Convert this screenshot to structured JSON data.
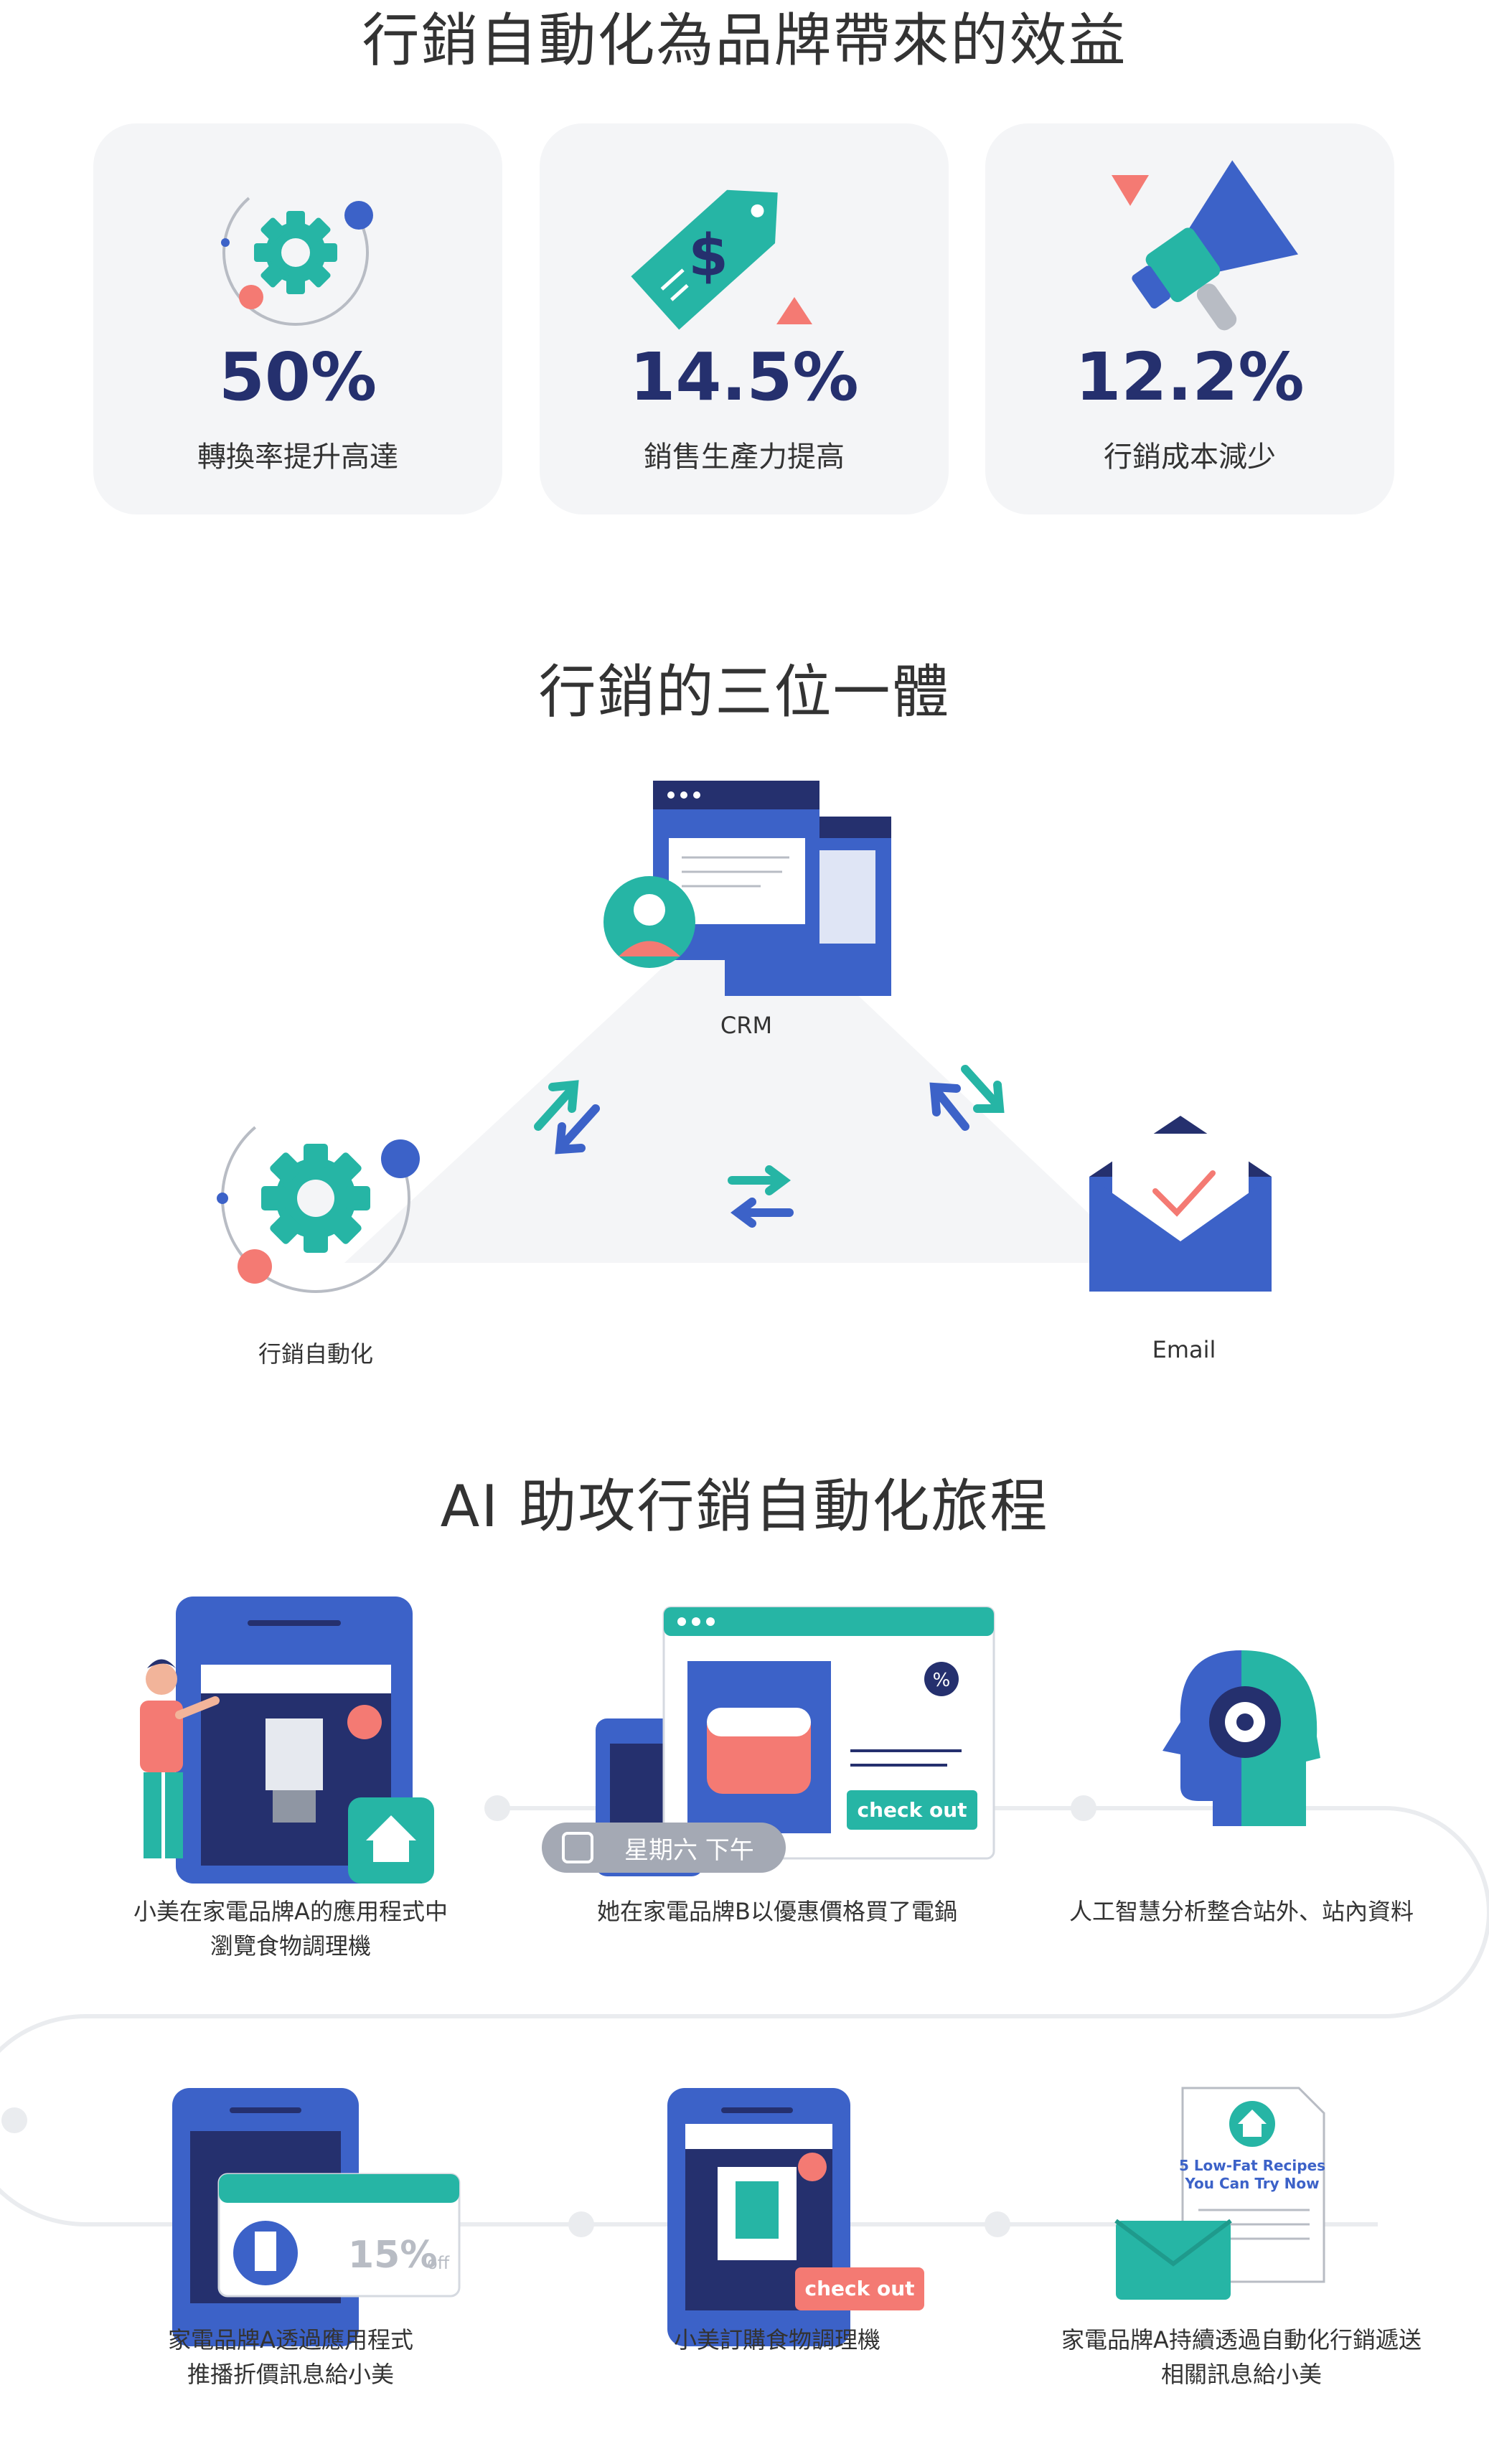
{
  "sections": {
    "benefits_title": "行銷自動化為品牌帶來的效益",
    "triad_title": "行銷的三位一體",
    "journey_title": "AI 助攻行銷自動化旅程"
  },
  "benefits": [
    {
      "value": "50%",
      "label": "轉換率提升高達",
      "icon": "gear-orbit-icon"
    },
    {
      "value": "14.5%",
      "label": "銷售生產力提高",
      "icon": "price-tag-icon"
    },
    {
      "value": "12.2%",
      "label": "行銷成本減少",
      "icon": "megaphone-icon"
    }
  ],
  "triad": {
    "crm": "CRM",
    "automation": "行銷自動化",
    "email": "Email"
  },
  "journey": {
    "steps": [
      {
        "label_line1": "小美在家電品牌A的應用程式中",
        "label_line2": "瀏覽食物調理機"
      },
      {
        "label_line1": "她在家電品牌B以優惠價格買了電鍋",
        "label_line2": ""
      },
      {
        "label_line1": "人工智慧分析整合站外、站內資料",
        "label_line2": ""
      },
      {
        "label_line1": "家電品牌A透過應用程式",
        "label_line2": "推播折價訊息給小美"
      },
      {
        "label_line1": "小美訂購食物調理機",
        "label_line2": ""
      },
      {
        "label_line1": "家電品牌A持續透過自動化行銷遞送",
        "label_line2": "相關訊息給小美"
      }
    ],
    "checkout_label": "check out",
    "calendar_pill": "星期六 下午",
    "discount_value": "15%",
    "discount_suffix": "off",
    "recipe_line1": "5 Low-Fat Recipes",
    "recipe_line2": "You Can Try Now"
  },
  "colors": {
    "teal": "#26b5a5",
    "navy": "#25306e",
    "blue": "#3c62c8",
    "coral": "#f47a73",
    "card_bg": "#f4f5f7"
  }
}
